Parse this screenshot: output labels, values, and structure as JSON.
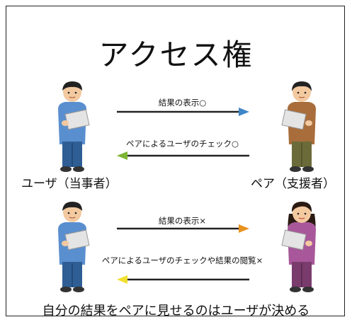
{
  "title": "アクセス権",
  "roles": {
    "user": "ユーザ（当事者）",
    "pair": "ペア（支援者）"
  },
  "arrows": [
    {
      "caption": "結果の表示○",
      "direction": "right",
      "color": "#3f86c8"
    },
    {
      "caption": "ペアによるユーザのチェック○",
      "direction": "left",
      "color": "#7db534"
    },
    {
      "caption": "結果の表示×",
      "direction": "right",
      "color": "#e8931f"
    },
    {
      "caption": "ペアによるユーザのチェックや結果の閲覧×",
      "direction": "left",
      "color": "#f2df2e"
    }
  ],
  "footer": "自分の結果をペアに見せるのはユーザが決める",
  "colors": {
    "user_shirt": "#5a8fcf",
    "pair_shirt_male": "#a86d3a",
    "pair_shirt_female": "#a8589a",
    "tablet": "#e4e4e4"
  }
}
